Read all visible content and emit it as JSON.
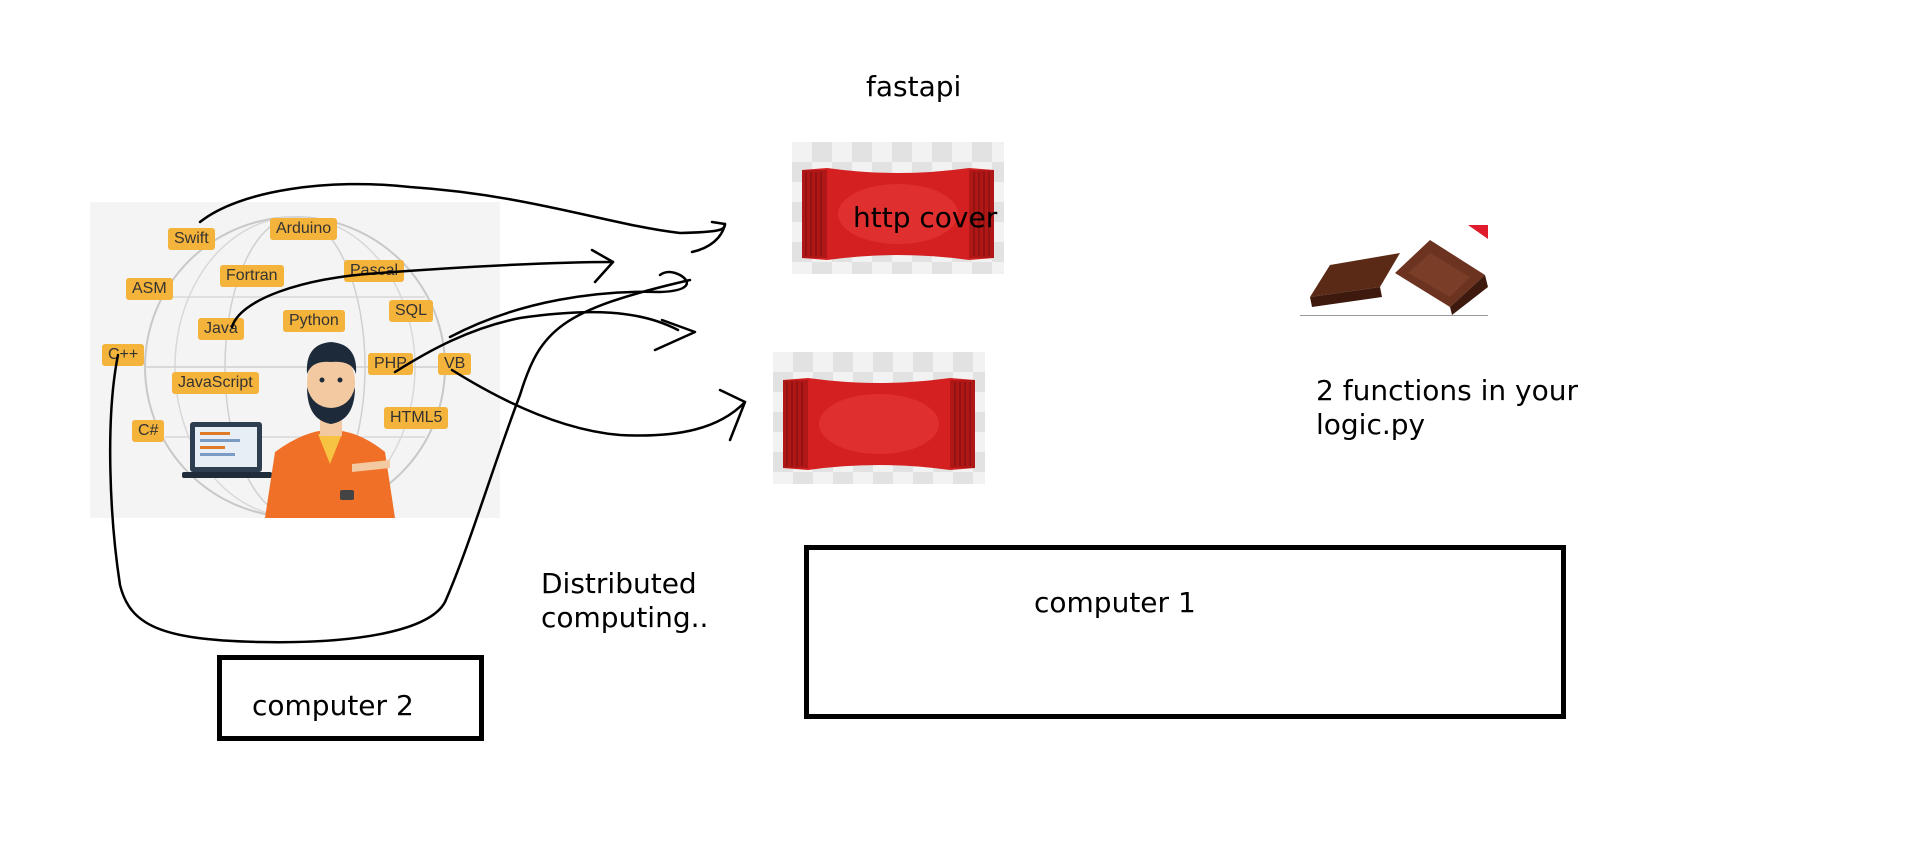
{
  "labels": {
    "fastapi": "fastapi",
    "http_cover": "http cover",
    "functions_note_line1": "2 functions in your",
    "functions_note_line2": "logic.py",
    "distributed_line1": "Distributed",
    "distributed_line2": "computing..",
    "computer1": "computer 1",
    "computer2": "computer 2"
  },
  "language_tags": [
    "Swift",
    "Arduino",
    "ASM",
    "Fortran",
    "Pascal",
    "Java",
    "Python",
    "SQL",
    "C++",
    "PHP",
    "VB",
    "JavaScript",
    "C#",
    "HTML5"
  ],
  "colors": {
    "tag": "#f4b33a",
    "candy": "#d42020",
    "chocolate": "#5a2a17",
    "shirt": "#f07028"
  }
}
